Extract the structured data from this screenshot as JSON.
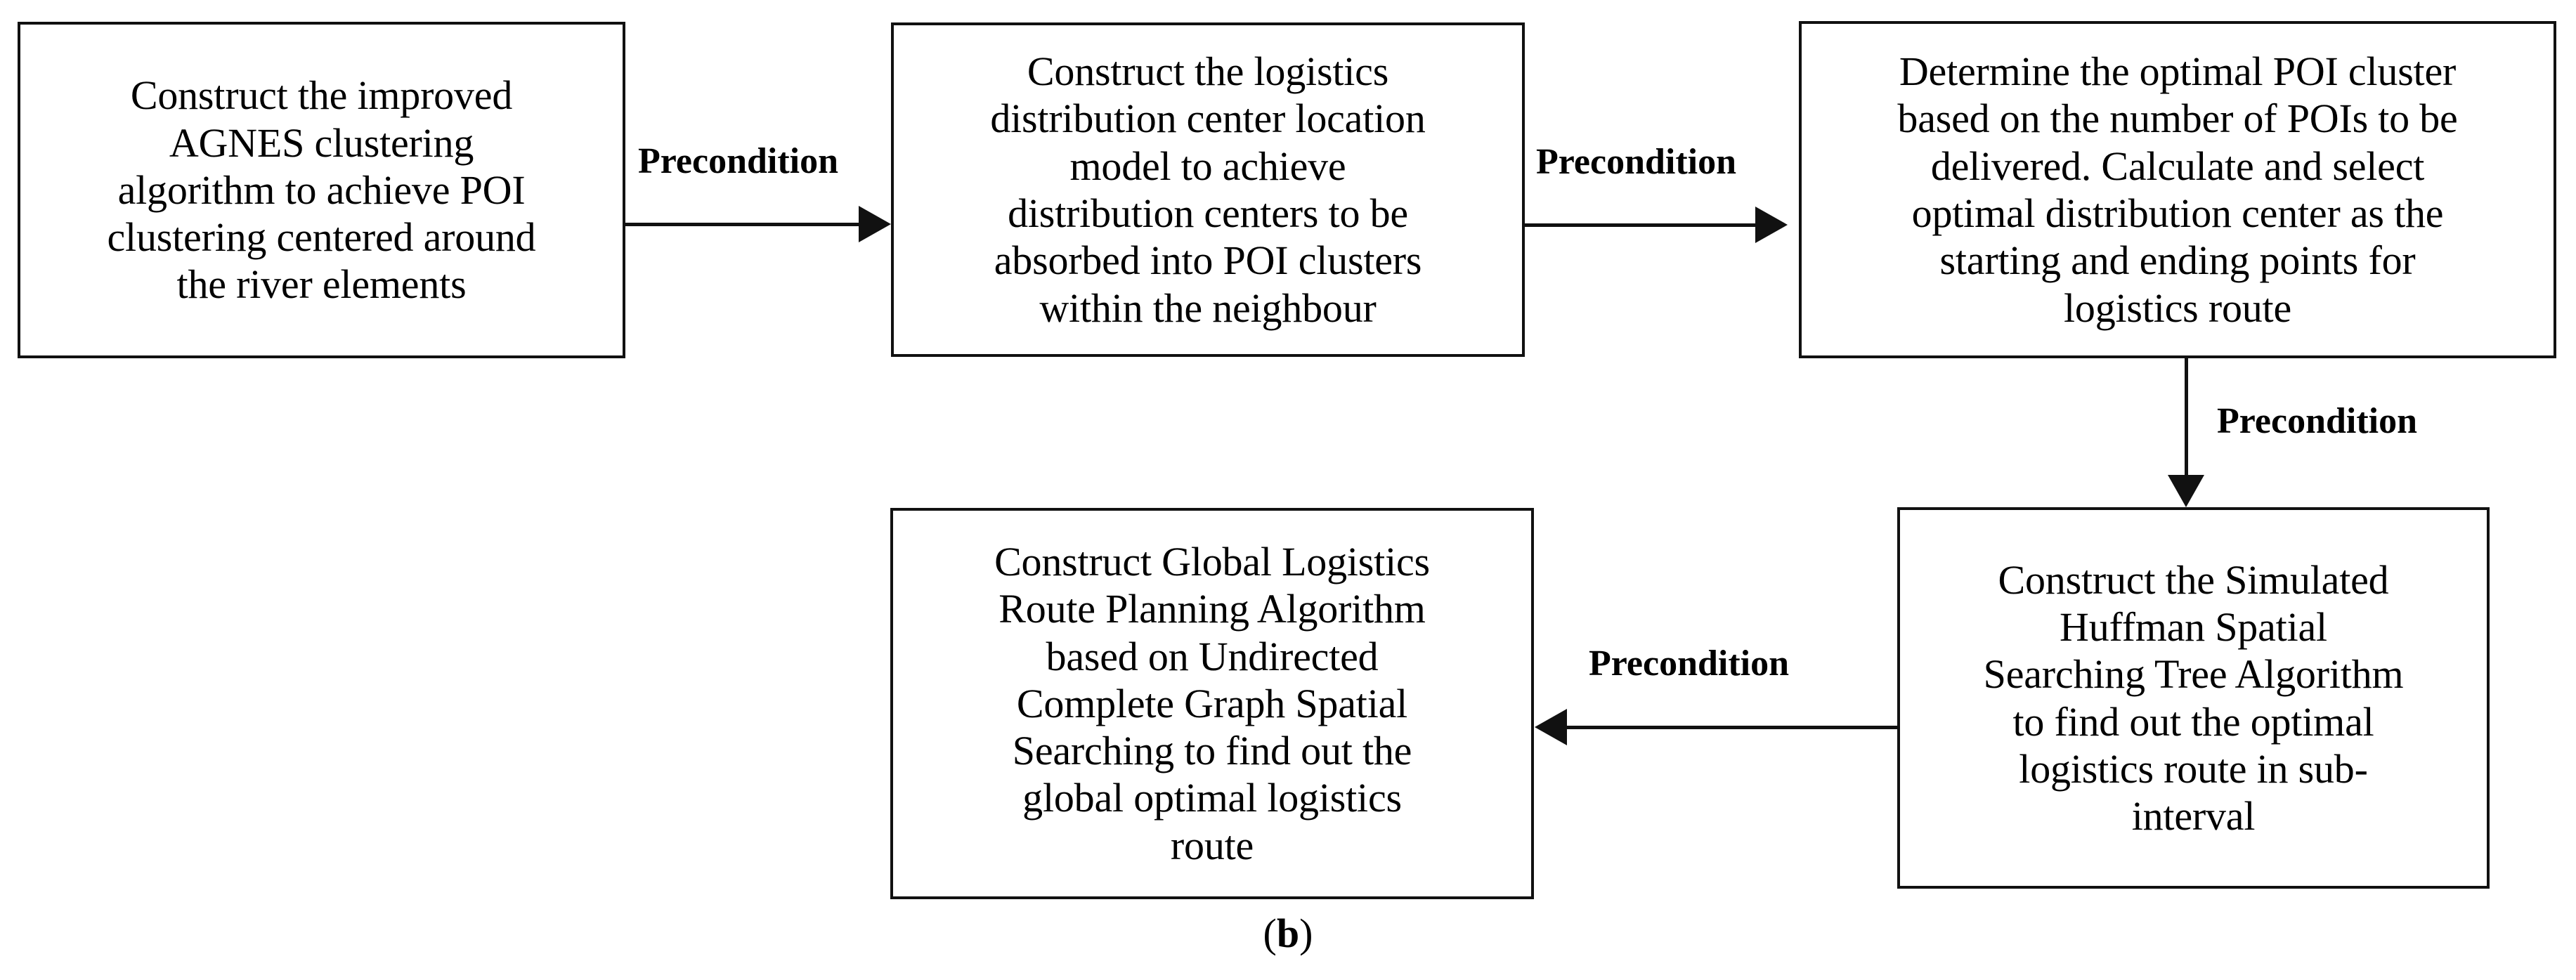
{
  "figure": {
    "caption_open": "(",
    "caption_letter": "b",
    "caption_close": ")",
    "caption": "(b)",
    "line_color": "#111111",
    "text_color": "#000000",
    "background": "#ffffff"
  },
  "nodes": [
    {
      "id": "node-1",
      "text": "Construct the improved\nAGNES clustering\nalgorithm to achieve POI\nclustering centered around\nthe river elements"
    },
    {
      "id": "node-2",
      "text": "Construct the logistics\ndistribution center location\nmodel to achieve\ndistribution centers to be\nabsorbed into POI clusters\nwithin the neighbour"
    },
    {
      "id": "node-3",
      "text": "Determine the optimal POI cluster\nbased on the number of POIs to be\ndelivered. Calculate and select\noptimal distribution center as the\nstarting and ending points for\nlogistics route"
    },
    {
      "id": "node-4",
      "text": "Construct the Simulated\nHuffman Spatial\nSearching Tree Algorithm\nto find out the optimal\nlogistics route in sub-\ninterval"
    },
    {
      "id": "node-5",
      "text": "Construct Global Logistics\nRoute Planning Algorithm\nbased on Undirected\nComplete Graph Spatial\nSearching to find out the\nglobal optimal logistics\nroute"
    }
  ],
  "edges": [
    {
      "id": "edge-1",
      "label": "Precondition",
      "from": "node-1",
      "to": "node-2",
      "direction": "right"
    },
    {
      "id": "edge-2",
      "label": "Precondition",
      "from": "node-2",
      "to": "node-3",
      "direction": "right"
    },
    {
      "id": "edge-3",
      "label": "Precondition",
      "from": "node-3",
      "to": "node-4",
      "direction": "down"
    },
    {
      "id": "edge-4",
      "label": "Precondition",
      "from": "node-4",
      "to": "node-5",
      "direction": "left"
    }
  ]
}
